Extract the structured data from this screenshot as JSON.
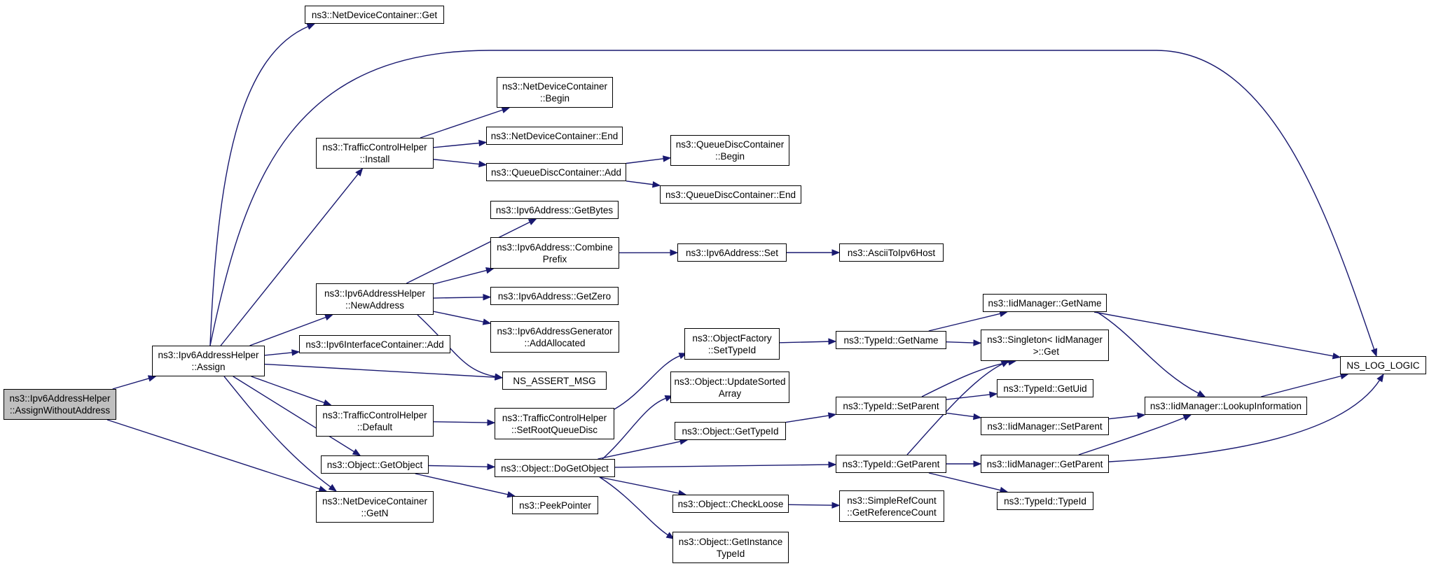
{
  "graph": {
    "edge_color": "#191970",
    "root_fill": "#bfbfbf",
    "node_fill": "#ffffff",
    "nodes": [
      {
        "id": "assign_without_address",
        "root": true,
        "lines": [
          "ns3::Ipv6AddressHelper",
          "::AssignWithoutAddress"
        ]
      },
      {
        "id": "assign",
        "lines": [
          "ns3::Ipv6AddressHelper",
          "::Assign"
        ]
      },
      {
        "id": "netdevicecontainer_get",
        "lines": [
          "ns3::NetDeviceContainer::Get"
        ]
      },
      {
        "id": "tch_install",
        "lines": [
          "ns3::TrafficControlHelper",
          "::Install"
        ]
      },
      {
        "id": "ndc_begin",
        "lines": [
          "ns3::NetDeviceContainer",
          "::Begin"
        ]
      },
      {
        "id": "ndc_end",
        "lines": [
          "ns3::NetDeviceContainer::End"
        ]
      },
      {
        "id": "qdc_add",
        "lines": [
          "ns3::QueueDiscContainer::Add"
        ]
      },
      {
        "id": "qdc_begin",
        "lines": [
          "ns3::QueueDiscContainer",
          "::Begin"
        ]
      },
      {
        "id": "qdc_end",
        "lines": [
          "ns3::QueueDiscContainer::End"
        ]
      },
      {
        "id": "ipv6addr_getbytes",
        "lines": [
          "ns3::Ipv6Address::GetBytes"
        ]
      },
      {
        "id": "ipv6addr_combineprefix",
        "lines": [
          "ns3::Ipv6Address::Combine",
          "Prefix"
        ]
      },
      {
        "id": "ipv6addr_set",
        "lines": [
          "ns3::Ipv6Address::Set"
        ]
      },
      {
        "id": "asciitoipv6host",
        "lines": [
          "ns3::AsciiToIpv6Host"
        ]
      },
      {
        "id": "newaddress",
        "lines": [
          "ns3::Ipv6AddressHelper",
          "::NewAddress"
        ]
      },
      {
        "id": "ipv6addr_getzero",
        "lines": [
          "ns3::Ipv6Address::GetZero"
        ]
      },
      {
        "id": "addrgen_addallocated",
        "lines": [
          "ns3::Ipv6AddressGenerator",
          "::AddAllocated"
        ]
      },
      {
        "id": "ipv6ifc_add",
        "lines": [
          "ns3::Ipv6InterfaceContainer::Add"
        ]
      },
      {
        "id": "ns_assert_msg",
        "lines": [
          "NS_ASSERT_MSG"
        ]
      },
      {
        "id": "tch_default",
        "lines": [
          "ns3::TrafficControlHelper",
          "::Default"
        ]
      },
      {
        "id": "tch_setrootqueuedisc",
        "lines": [
          "ns3::TrafficControlHelper",
          "::SetRootQueueDisc"
        ]
      },
      {
        "id": "objfactory_settypeid",
        "lines": [
          "ns3::ObjectFactory",
          "::SetTypeId"
        ]
      },
      {
        "id": "typeid_getname",
        "lines": [
          "ns3::TypeId::GetName"
        ]
      },
      {
        "id": "iidmanager_getname",
        "lines": [
          "ns3::IidManager::GetName"
        ]
      },
      {
        "id": "singleton_get",
        "lines": [
          "ns3::Singleton< IidManager",
          " >::Get"
        ]
      },
      {
        "id": "ns_log_logic",
        "lines": [
          "NS_LOG_LOGIC"
        ]
      },
      {
        "id": "object_updatesortedarray",
        "lines": [
          "ns3::Object::UpdateSorted",
          "Array"
        ]
      },
      {
        "id": "typeid_setparent",
        "lines": [
          "ns3::TypeId::SetParent"
        ]
      },
      {
        "id": "typeid_getuid",
        "lines": [
          "ns3::TypeId::GetUid"
        ]
      },
      {
        "id": "iidmanager_lookupinformation",
        "lines": [
          "ns3::IidManager::LookupInformation"
        ]
      },
      {
        "id": "object_gettypeid",
        "lines": [
          "ns3::Object::GetTypeId"
        ]
      },
      {
        "id": "iidmanager_setparent",
        "lines": [
          "ns3::IidManager::SetParent"
        ]
      },
      {
        "id": "object_getobject",
        "lines": [
          "ns3::Object::GetObject"
        ]
      },
      {
        "id": "object_dogetobject",
        "lines": [
          "ns3::Object::DoGetObject"
        ]
      },
      {
        "id": "typeid_getparent",
        "lines": [
          "ns3::TypeId::GetParent"
        ]
      },
      {
        "id": "iidmanager_getparent",
        "lines": [
          "ns3::IidManager::GetParent"
        ]
      },
      {
        "id": "ndc_getn",
        "lines": [
          "ns3::NetDeviceContainer",
          "::GetN"
        ]
      },
      {
        "id": "peekpointer",
        "lines": [
          "ns3::PeekPointer"
        ]
      },
      {
        "id": "object_checkloose",
        "lines": [
          "ns3::Object::CheckLoose"
        ]
      },
      {
        "id": "simplerefcount_getreferencecount",
        "lines": [
          "ns3::SimpleRefCount",
          "::GetReferenceCount"
        ]
      },
      {
        "id": "typeid_typeid",
        "lines": [
          "ns3::TypeId::TypeId"
        ]
      },
      {
        "id": "object_getinstancetypeid",
        "lines": [
          "ns3::Object::GetInstance",
          "TypeId"
        ]
      }
    ],
    "edges": [
      [
        "assign_without_address",
        "assign"
      ],
      [
        "assign_without_address",
        "ndc_getn"
      ],
      [
        "assign",
        "netdevicecontainer_get"
      ],
      [
        "assign",
        "ns_log_logic"
      ],
      [
        "assign",
        "tch_install"
      ],
      [
        "assign",
        "newaddress"
      ],
      [
        "assign",
        "ipv6ifc_add"
      ],
      [
        "assign",
        "ns_assert_msg"
      ],
      [
        "assign",
        "tch_default"
      ],
      [
        "assign",
        "object_getobject"
      ],
      [
        "assign",
        "ndc_getn"
      ],
      [
        "tch_install",
        "ndc_begin"
      ],
      [
        "tch_install",
        "ndc_end"
      ],
      [
        "tch_install",
        "qdc_add"
      ],
      [
        "qdc_add",
        "qdc_begin"
      ],
      [
        "qdc_add",
        "qdc_end"
      ],
      [
        "newaddress",
        "ipv6addr_getbytes"
      ],
      [
        "newaddress",
        "ipv6addr_combineprefix"
      ],
      [
        "newaddress",
        "ipv6addr_getzero"
      ],
      [
        "newaddress",
        "addrgen_addallocated"
      ],
      [
        "newaddress",
        "ns_assert_msg"
      ],
      [
        "ipv6addr_combineprefix",
        "ipv6addr_set"
      ],
      [
        "ipv6addr_set",
        "asciitoipv6host"
      ],
      [
        "tch_default",
        "tch_setrootqueuedisc"
      ],
      [
        "tch_setrootqueuedisc",
        "objfactory_settypeid"
      ],
      [
        "objfactory_settypeid",
        "typeid_getname"
      ],
      [
        "typeid_getname",
        "iidmanager_getname"
      ],
      [
        "typeid_getname",
        "singleton_get"
      ],
      [
        "iidmanager_getname",
        "ns_log_logic"
      ],
      [
        "iidmanager_getname",
        "iidmanager_lookupinformation"
      ],
      [
        "object_getobject",
        "object_dogetobject"
      ],
      [
        "object_getobject",
        "peekpointer"
      ],
      [
        "object_dogetobject",
        "object_updatesortedarray"
      ],
      [
        "object_dogetobject",
        "object_gettypeid"
      ],
      [
        "object_dogetobject",
        "typeid_getparent"
      ],
      [
        "object_dogetobject",
        "object_checkloose"
      ],
      [
        "object_dogetobject",
        "object_getinstancetypeid"
      ],
      [
        "object_gettypeid",
        "typeid_setparent"
      ],
      [
        "typeid_setparent",
        "singleton_get"
      ],
      [
        "typeid_setparent",
        "typeid_getuid"
      ],
      [
        "typeid_setparent",
        "iidmanager_setparent"
      ],
      [
        "iidmanager_setparent",
        "iidmanager_lookupinformation"
      ],
      [
        "iidmanager_lookupinformation",
        "ns_log_logic"
      ],
      [
        "typeid_getparent",
        "singleton_get"
      ],
      [
        "typeid_getparent",
        "iidmanager_getparent"
      ],
      [
        "typeid_getparent",
        "typeid_typeid"
      ],
      [
        "iidmanager_getparent",
        "iidmanager_lookupinformation"
      ],
      [
        "iidmanager_getparent",
        "ns_log_logic"
      ],
      [
        "object_checkloose",
        "simplerefcount_getreferencecount"
      ]
    ]
  }
}
